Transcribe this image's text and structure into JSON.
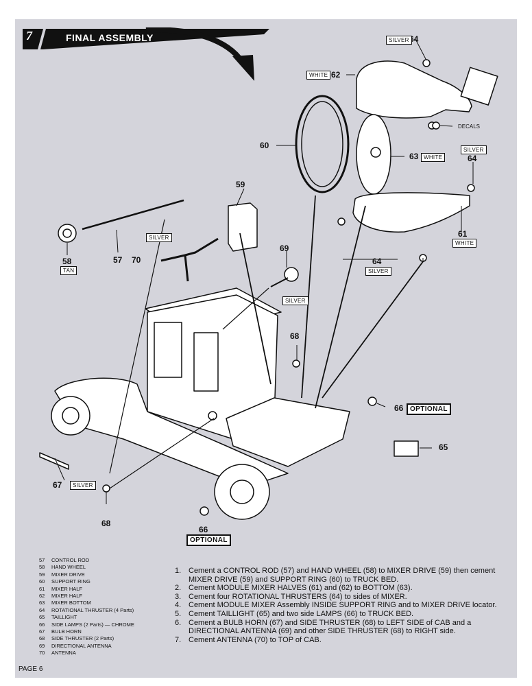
{
  "header": {
    "step_number": "7",
    "title": "FINAL ASSEMBLY"
  },
  "labels": {
    "p57": "57",
    "p58": "58",
    "p59": "59",
    "p60": "60",
    "p61": "61",
    "p62": "62",
    "p63": "63",
    "p64a": "64",
    "p64b": "64",
    "p64c": "64",
    "p65": "65",
    "p66a": "66",
    "p66b": "66",
    "p67": "67",
    "p68a": "68",
    "p68b": "68",
    "p69": "69",
    "p70": "70"
  },
  "tags": {
    "silver_64_top": "SILVER",
    "white_62": "WHITE",
    "white_63": "WHITE",
    "silver_64_right": "SILVER",
    "white_61": "WHITE",
    "silver_64_bottom": "SILVER",
    "tan_58": "TAN",
    "silver_70": "SILVER",
    "silver_68": "SILVER",
    "silver_67": "SILVER"
  },
  "optional": {
    "opt_66_right": "OPTIONAL",
    "opt_66_bottom": "OPTIONAL"
  },
  "decals_label": "DECALS",
  "parts_list": [
    {
      "num": "57",
      "name": "CONTROL ROD"
    },
    {
      "num": "58",
      "name": "HAND WHEEL"
    },
    {
      "num": "59",
      "name": "MIXER DRIVE"
    },
    {
      "num": "60",
      "name": "SUPPORT RING"
    },
    {
      "num": "61",
      "name": "MIXER HALF"
    },
    {
      "num": "62",
      "name": "MIXER HALF"
    },
    {
      "num": "63",
      "name": "MIXER BOTTOM"
    },
    {
      "num": "64",
      "name": "ROTATIONAL THRUSTER (4 Parts)"
    },
    {
      "num": "65",
      "name": "TAILLIGHT"
    },
    {
      "num": "66",
      "name": "SIDE LAMPS (2 Parts) — CHROME"
    },
    {
      "num": "67",
      "name": "BULB HORN"
    },
    {
      "num": "68",
      "name": "SIDE THRUSTER (2 Parts)"
    },
    {
      "num": "69",
      "name": "DIRECTIONAL ANTENNA"
    },
    {
      "num": "70",
      "name": "ANTENNA"
    }
  ],
  "instructions": [
    {
      "num": "1.",
      "text": "Cement a CONTROL ROD (57) and HAND WHEEL (58) to MIXER DRIVE (59) then cement MIXER DRIVE (59) and SUPPORT RING (60) to TRUCK BED."
    },
    {
      "num": "2.",
      "text": "Cement MODULE MIXER HALVES (61) and (62) to BOTTOM (63)."
    },
    {
      "num": "3.",
      "text": "Cement four ROTATIONAL THRUSTERS (64) to sides of MIXER."
    },
    {
      "num": "4.",
      "text": "Cement MODULE MIXER Assembly INSIDE SUPPORT RING and to MIXER DRIVE locator."
    },
    {
      "num": "5.",
      "text": "Cement TAILLIGHT (65) and two side LAMPS (66) to TRUCK BED."
    },
    {
      "num": "6.",
      "text": "Cement a BULB HORN (67) and SIDE THRUSTER (68) to LEFT SIDE of CAB and a DIRECTIONAL ANTENNA (69) and other SIDE THRUSTER (68) to RIGHT side."
    },
    {
      "num": "7.",
      "text": "Cement ANTENNA (70) to TOP of CAB."
    }
  ],
  "page_number": "PAGE 6"
}
